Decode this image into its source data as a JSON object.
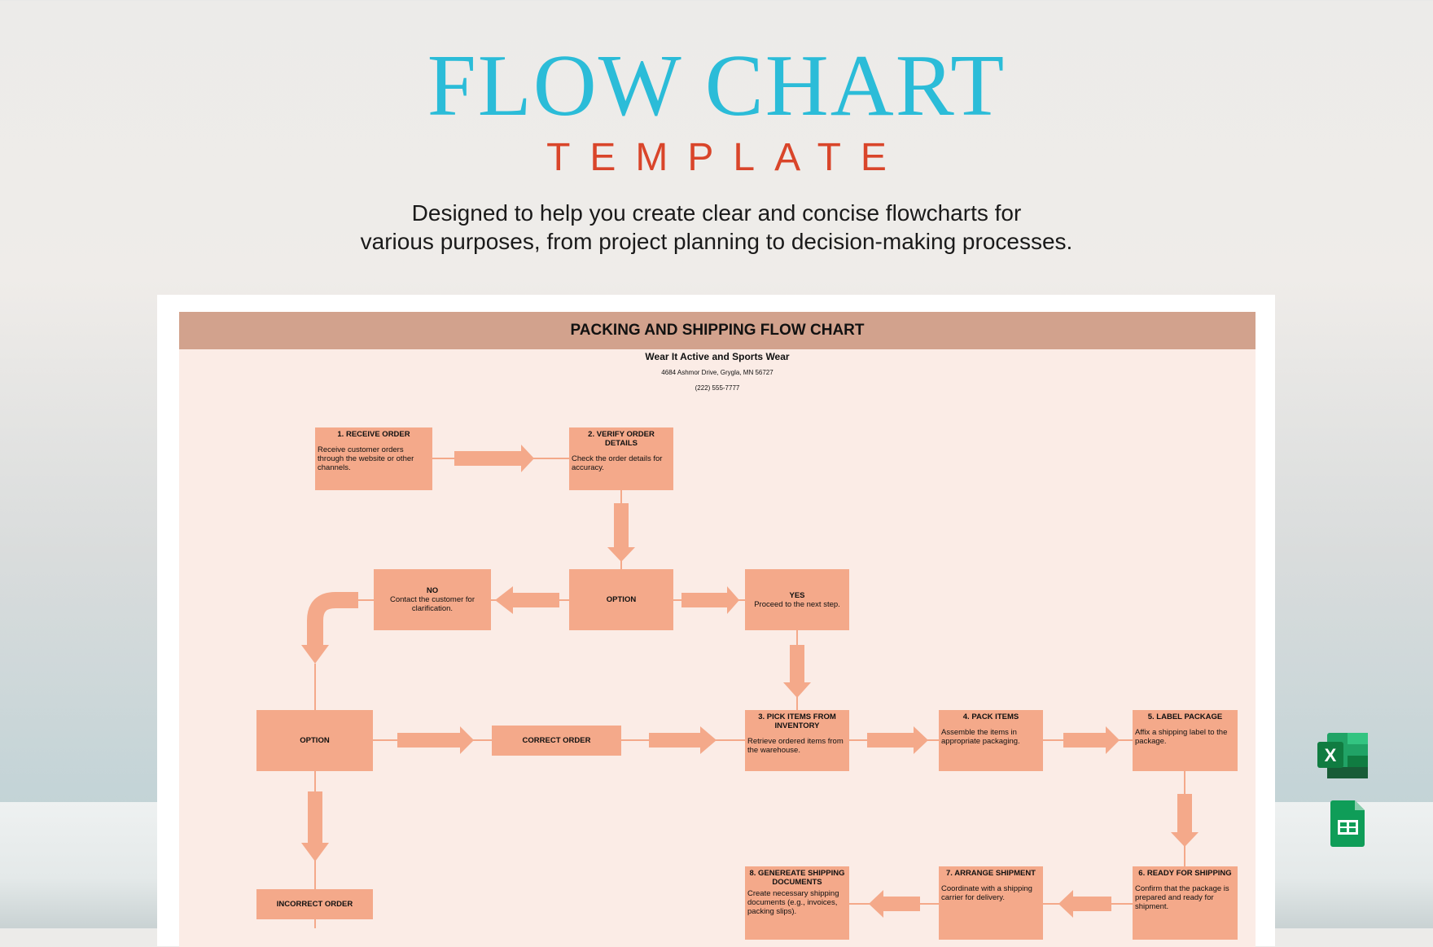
{
  "hero": {
    "title": "FLOW CHART",
    "subtitle": "TEMPLATE",
    "description_line1": "Designed to help you create clear and concise flowcharts for",
    "description_line2": "various purposes, from project planning to decision-making processes."
  },
  "sheet": {
    "title": "PACKING AND SHIPPING FLOW CHART",
    "company": "Wear It Active and Sports Wear",
    "address": "4684 Ashmor Drive, Grygla, MN 56727",
    "phone": "(222) 555-7777"
  },
  "nodes": {
    "receive": {
      "title": "1. RECEIVE ORDER",
      "desc": "Receive customer orders through the website or other channels."
    },
    "verify": {
      "title": "2. VERIFY ORDER DETAILS",
      "desc": "Check the order details for accuracy."
    },
    "option1": {
      "title": "OPTION"
    },
    "no": {
      "title": "NO",
      "desc": "Contact the customer for clarification."
    },
    "yes": {
      "title": "YES",
      "desc": "Proceed to the next step."
    },
    "option2": {
      "title": "OPTION"
    },
    "correct": {
      "title": "CORRECT ORDER"
    },
    "incorrect": {
      "title": "INCORRECT ORDER"
    },
    "pick": {
      "title": "3. PICK ITEMS FROM INVENTORY",
      "desc": "Retrieve ordered items from the warehouse."
    },
    "pack": {
      "title": "4. PACK ITEMS",
      "desc": "Assemble the items in appropriate packaging."
    },
    "label": {
      "title": "5. LABEL PACKAGE",
      "desc": "Affix a shipping label to the package."
    },
    "ready": {
      "title": "6. READY FOR SHIPPING",
      "desc": "Confirm that the package is prepared and ready for shipment."
    },
    "arrange": {
      "title": "7. ARRANGE SHIPMENT",
      "desc": "Coordinate with a shipping carrier for delivery."
    },
    "generate": {
      "title": "8. GENEREATE SHIPPING DOCUMENTS",
      "desc": "Create necessary shipping documents (e.g., invoices, packing slips)."
    }
  },
  "colors": {
    "title": "#2bbcd8",
    "subtitle": "#d9452a",
    "header_bar": "#d2a28d",
    "sheet_bg": "#fbece6",
    "node": "#f4a98a"
  },
  "apps": [
    "excel-icon",
    "google-sheets-icon"
  ]
}
